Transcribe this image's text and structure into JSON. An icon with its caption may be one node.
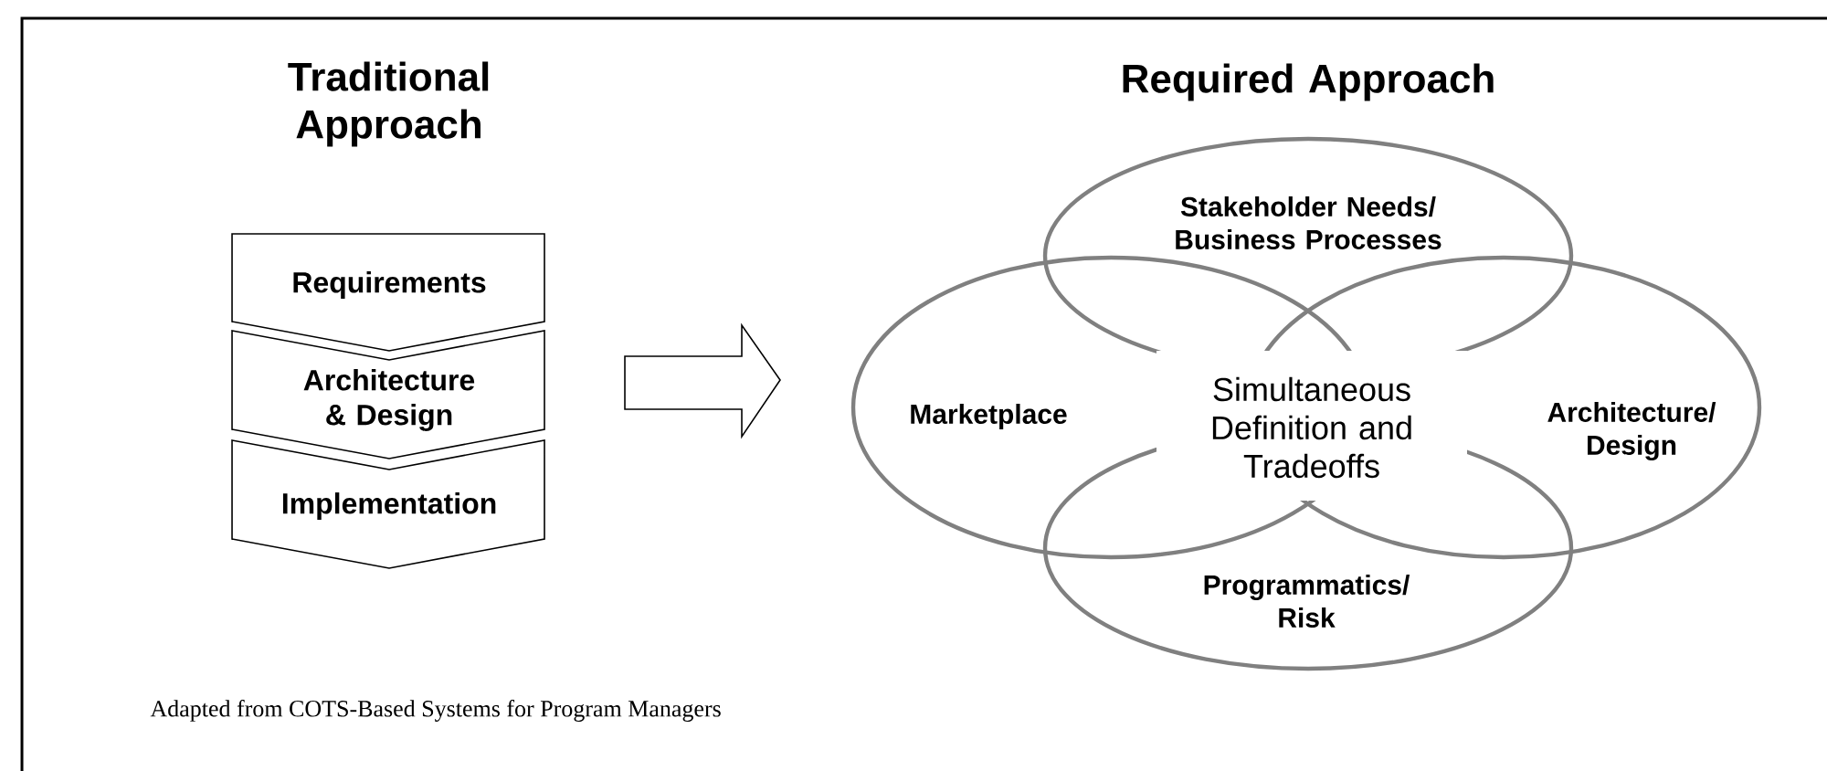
{
  "diagram": {
    "caption": "Adapted from COTS-Based Systems for Program Managers",
    "nodes": [
      {
        "text": [
          "Requirements"
        ]
      },
      {
        "text": [
          "Architecture & Design"
        ]
      },
      {
        "text": [
          "Implementation"
        ]
      },
      {
        "text": [
          "Stakeholder Needs/ Business Processes"
        ]
      },
      {
        "text": [
          "Marketplace"
        ]
      },
      {
        "text": [
          "Architecture/ Design"
        ]
      },
      {
        "text": [
          "Programmatics/ Risk"
        ]
      }
    ],
    "edges": [
      {
        "from": 1,
        "to": 4,
        "arrow": "to"
      }
    ],
    "labels": [
      "Traditional Approach",
      "Required Approach",
      "Simultaneous Definition and Tradeoffs"
    ]
  }
}
